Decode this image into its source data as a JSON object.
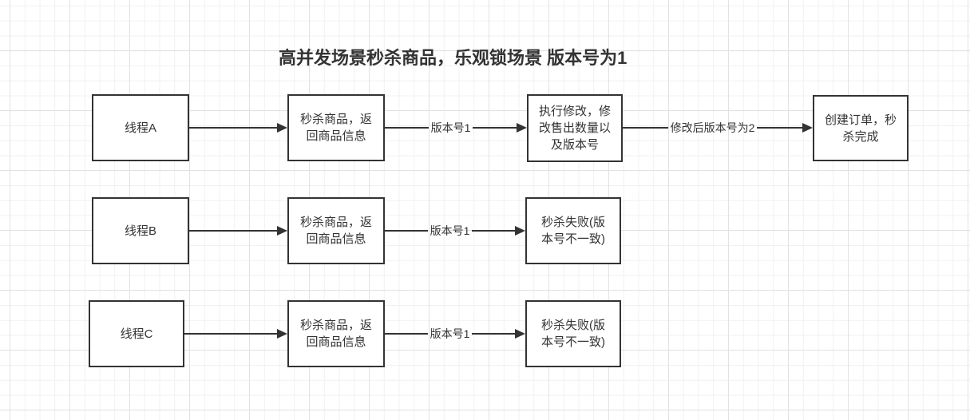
{
  "title": "高并发场景秒杀商品，乐观锁场景 版本号为1",
  "colors": {
    "stroke": "#333333",
    "text": "#333333",
    "canvas_background": "#ffffff",
    "grid_minor": "#f1f1f1",
    "grid_major": "#e2e2e2"
  },
  "diagram": {
    "rows": [
      {
        "nodes": [
          {
            "label": "线程A"
          },
          {
            "label": "秒杀商品，返\n回商品信息"
          },
          {
            "label": "执行修改，修\n改售出数量以\n及版本号"
          },
          {
            "label": "创建订单，秒\n杀完成"
          }
        ],
        "edges": [
          {
            "label": ""
          },
          {
            "label": "版本号1"
          },
          {
            "label": "修改后版本号为2"
          }
        ]
      },
      {
        "nodes": [
          {
            "label": "线程B"
          },
          {
            "label": "秒杀商品，返\n回商品信息"
          },
          {
            "label": "秒杀失败(版\n本号不一致)"
          }
        ],
        "edges": [
          {
            "label": ""
          },
          {
            "label": "版本号1"
          }
        ]
      },
      {
        "nodes": [
          {
            "label": "线程C"
          },
          {
            "label": "秒杀商品，返\n回商品信息"
          },
          {
            "label": "秒杀失败(版\n本号不一致)"
          }
        ],
        "edges": [
          {
            "label": ""
          },
          {
            "label": "版本号1"
          }
        ]
      }
    ]
  }
}
